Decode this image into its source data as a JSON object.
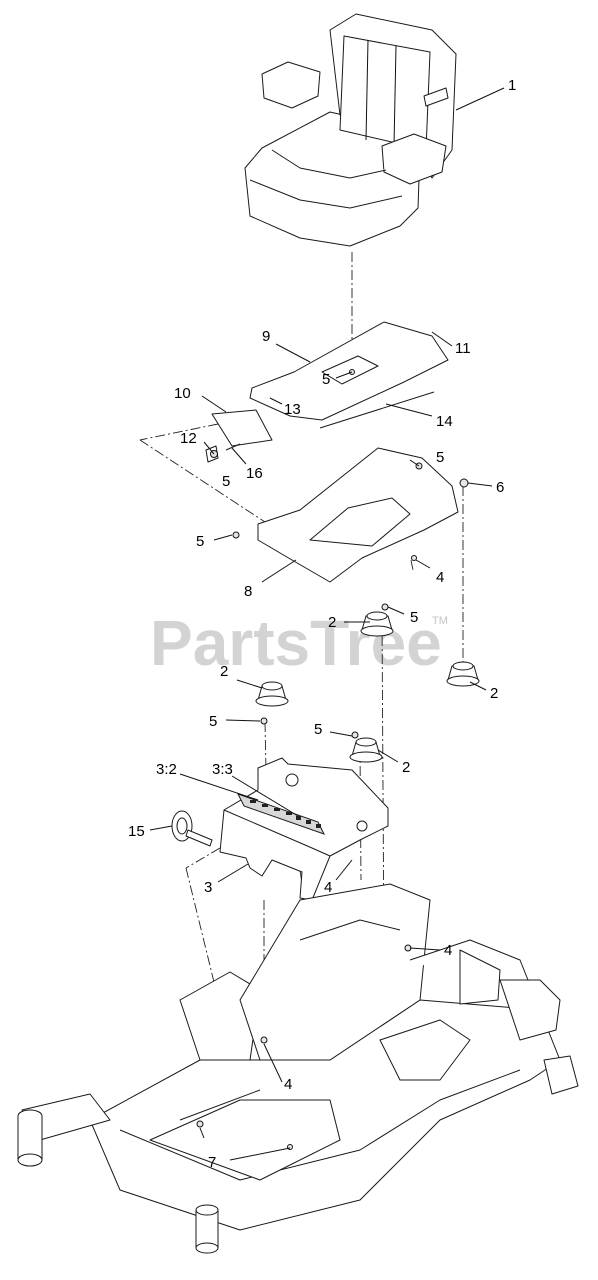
{
  "watermark": {
    "text": "PartsTree",
    "trademark": "TM"
  },
  "callouts": [
    {
      "id": "c1",
      "label": "1"
    },
    {
      "id": "c9",
      "label": "9"
    },
    {
      "id": "c11",
      "label": "11"
    },
    {
      "id": "c5a",
      "label": "5"
    },
    {
      "id": "c10",
      "label": "10"
    },
    {
      "id": "c13",
      "label": "13"
    },
    {
      "id": "c14",
      "label": "14"
    },
    {
      "id": "c12",
      "label": "12"
    },
    {
      "id": "c16",
      "label": "16"
    },
    {
      "id": "c5b",
      "label": "5"
    },
    {
      "id": "c5c",
      "label": "5"
    },
    {
      "id": "c6",
      "label": "6"
    },
    {
      "id": "c5d",
      "label": "5"
    },
    {
      "id": "c8",
      "label": "8"
    },
    {
      "id": "c4a",
      "label": "4"
    },
    {
      "id": "c2a",
      "label": "2"
    },
    {
      "id": "c5e",
      "label": "5"
    },
    {
      "id": "c2b",
      "label": "2"
    },
    {
      "id": "c2c",
      "label": "2"
    },
    {
      "id": "c5f",
      "label": "5"
    },
    {
      "id": "c5g",
      "label": "5"
    },
    {
      "id": "c2d",
      "label": "2"
    },
    {
      "id": "c32",
      "label": "3:2"
    },
    {
      "id": "c33",
      "label": "3:3"
    },
    {
      "id": "c15",
      "label": "15"
    },
    {
      "id": "c3",
      "label": "3"
    },
    {
      "id": "c4b",
      "label": "4"
    },
    {
      "id": "c4c",
      "label": "4"
    },
    {
      "id": "c4d",
      "label": "4"
    },
    {
      "id": "c7",
      "label": "7"
    }
  ]
}
